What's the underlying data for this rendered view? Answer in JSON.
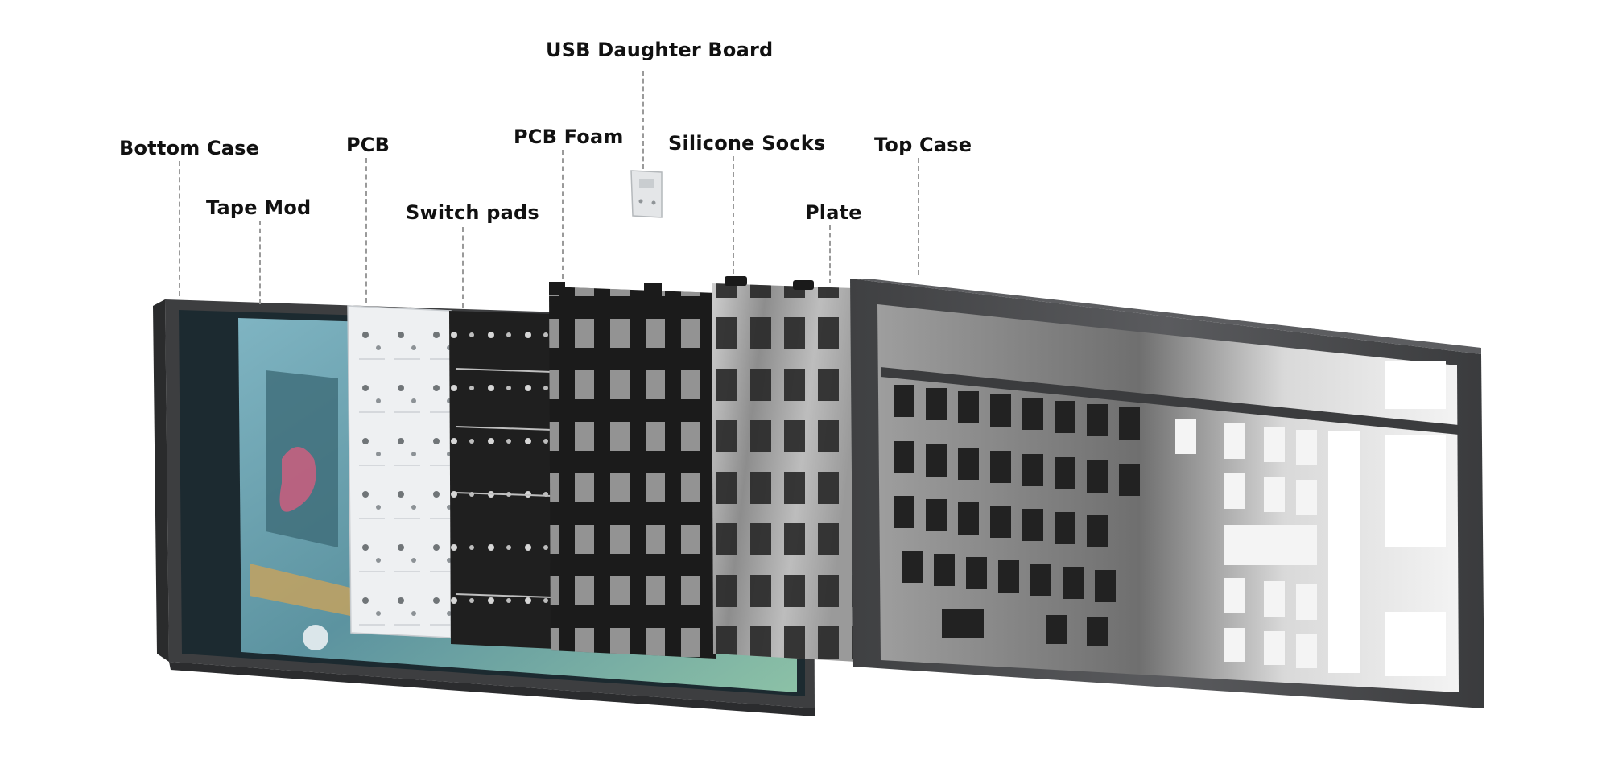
{
  "labels": {
    "usb_daughter_board": "USB Daughter Board",
    "bottom_case": "Bottom Case",
    "pcb": "PCB",
    "pcb_foam": "PCB Foam",
    "silicone_socks": "Silicone Socks",
    "top_case": "Top Case",
    "tape_mod": "Tape Mod",
    "switch_pads": "Switch pads",
    "plate": "Plate"
  },
  "colors": {
    "background": "#ffffff",
    "label_text": "#111111",
    "leader_line": "#9a9a9a",
    "case_gray": "#4a4b4d",
    "case_dark": "#2b2c2e",
    "pcb_white": "#eef0f2",
    "foam_black": "#1e1e1e",
    "plate_silver": "#a9a9a9",
    "tape_teal": "#6fa7b3"
  }
}
